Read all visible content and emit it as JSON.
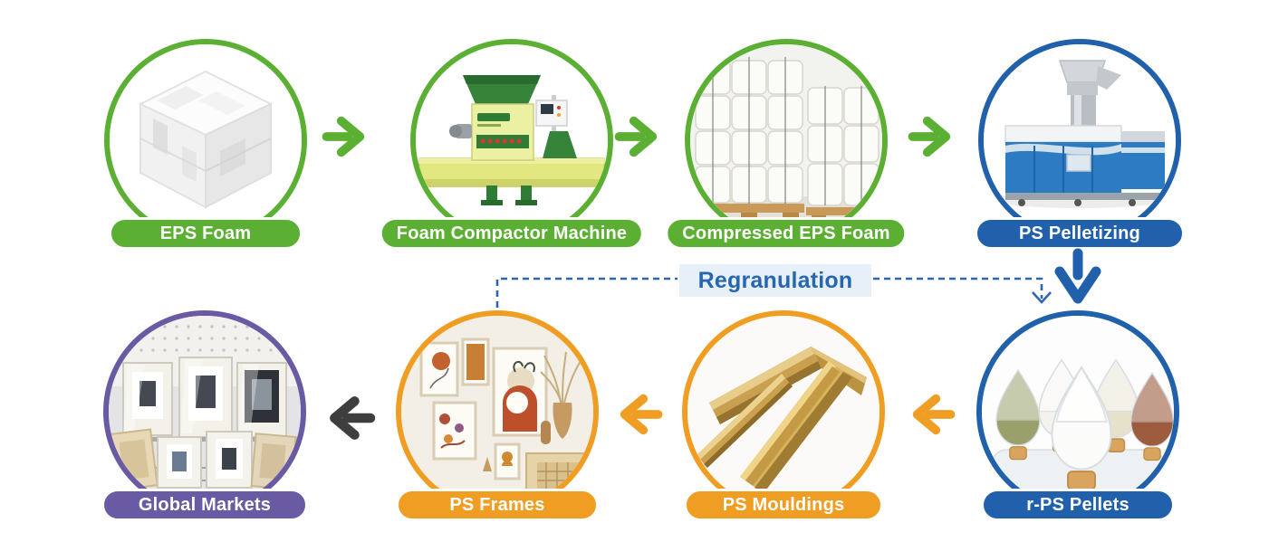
{
  "diagram": {
    "title_hidden": "",
    "regranulation_label": "Regranulation",
    "colors": {
      "green": "#5bb033",
      "blue": "#2161ac",
      "orange": "#f09e23",
      "purple": "#6a5aa4",
      "dark_arrow": "#3e3e3e",
      "dashed_line": "#2e66ae",
      "regranulation_text": "#2767b1",
      "regranulation_bg": "#e7f0f8",
      "pill_text": "#ffffff"
    },
    "nodes": [
      {
        "id": "eps-foam",
        "label": "EPS Foam",
        "color": "#5bb033",
        "image_desc": "white EPS foam packaging cube"
      },
      {
        "id": "foam-compactor",
        "label": "Foam Compactor Machine",
        "color": "#5bb033",
        "image_desc": "green and yellow foam compactor machine"
      },
      {
        "id": "compressed-eps",
        "label": "Compressed EPS Foam",
        "color": "#5bb033",
        "image_desc": "stacked white compressed EPS foam bales on wooden pallets"
      },
      {
        "id": "ps-pelletizing",
        "label": "PS Pelletizing",
        "color": "#2161ac",
        "image_desc": "blue and silver PS pelletizing extruder machine"
      },
      {
        "id": "r-ps-pellets",
        "label": "r-PS Pellets",
        "color": "#2161ac",
        "image_desc": "teardrop containers filled with recycled PS pellets in several colors"
      },
      {
        "id": "ps-mouldings",
        "label": "PS Mouldings",
        "color": "#f09e23",
        "image_desc": "golden PS picture frame moulding profiles"
      },
      {
        "id": "ps-frames",
        "label": "PS Frames",
        "color": "#f09e23",
        "image_desc": "gallery wall with framed abstract art and vase"
      },
      {
        "id": "global-markets",
        "label": "Global Markets",
        "color": "#6a5aa4",
        "image_desc": "retail store shelf displaying picture frames"
      }
    ],
    "edges": [
      {
        "from": "EPS Foam",
        "to": "Foam Compactor Machine",
        "style": "solid-arrow",
        "direction": "right",
        "color": "#5bb033"
      },
      {
        "from": "Foam Compactor Machine",
        "to": "Compressed EPS Foam",
        "style": "solid-arrow",
        "direction": "right",
        "color": "#5bb033"
      },
      {
        "from": "Compressed EPS Foam",
        "to": "PS Pelletizing",
        "style": "solid-arrow",
        "direction": "right",
        "color": "#5bb033"
      },
      {
        "from": "PS Pelletizing",
        "to": "r-PS Pellets",
        "style": "solid-arrow",
        "direction": "down",
        "color": "#2161ac"
      },
      {
        "from": "r-PS Pellets",
        "to": "PS Mouldings",
        "style": "solid-arrow",
        "direction": "left",
        "color": "#f09e23"
      },
      {
        "from": "PS Mouldings",
        "to": "PS Frames",
        "style": "solid-arrow",
        "direction": "left",
        "color": "#f09e23"
      },
      {
        "from": "PS Frames",
        "to": "Global Markets",
        "style": "solid-arrow",
        "direction": "left",
        "color": "#3e3e3e"
      },
      {
        "from": "PS Frames",
        "to": "r-PS Pellets",
        "style": "dashed-line",
        "label": "Regranulation",
        "color": "#2e66ae"
      }
    ]
  }
}
